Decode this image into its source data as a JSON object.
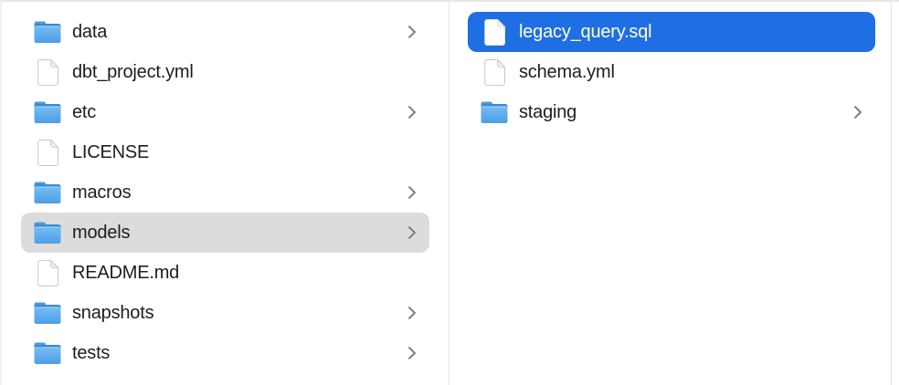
{
  "window": {
    "type": "finder-column-view"
  },
  "colors": {
    "selection_blue": "#1E6EE4",
    "selection_gray": "#DCDCDC",
    "text": "#1D1D1F",
    "text_selected": "#FFFFFF",
    "divider": "#E3E3E3",
    "chevron": "#7E7E7E",
    "folder_tab": "#4E9BDD",
    "folder_dark_band": "#3D89CF",
    "folder_body_light": "#74BDF3",
    "folder_body_dark": "#4E9EE6"
  },
  "icons": {
    "folder": "folder-icon",
    "file": "file-icon",
    "chevron": "chevron-right-icon"
  },
  "columns": [
    {
      "name": "left-column",
      "items": [
        {
          "label": "data",
          "icon": "folder",
          "chevron": true,
          "selected": false
        },
        {
          "label": "dbt_project.yml",
          "icon": "file",
          "chevron": false,
          "selected": false
        },
        {
          "label": "etc",
          "icon": "folder",
          "chevron": true,
          "selected": false
        },
        {
          "label": "LICENSE",
          "icon": "file",
          "chevron": false,
          "selected": false
        },
        {
          "label": "macros",
          "icon": "folder",
          "chevron": true,
          "selected": false
        },
        {
          "label": "models",
          "icon": "folder",
          "chevron": true,
          "selected": true,
          "selection_style": "gray"
        },
        {
          "label": "README.md",
          "icon": "file",
          "chevron": false,
          "selected": false
        },
        {
          "label": "snapshots",
          "icon": "folder",
          "chevron": true,
          "selected": false
        },
        {
          "label": "tests",
          "icon": "folder",
          "chevron": true,
          "selected": false
        }
      ]
    },
    {
      "name": "right-column",
      "items": [
        {
          "label": "legacy_query.sql",
          "icon": "file",
          "chevron": false,
          "selected": true,
          "selection_style": "blue"
        },
        {
          "label": "schema.yml",
          "icon": "file",
          "chevron": false,
          "selected": false
        },
        {
          "label": "staging",
          "icon": "folder",
          "chevron": true,
          "selected": false
        }
      ]
    }
  ]
}
